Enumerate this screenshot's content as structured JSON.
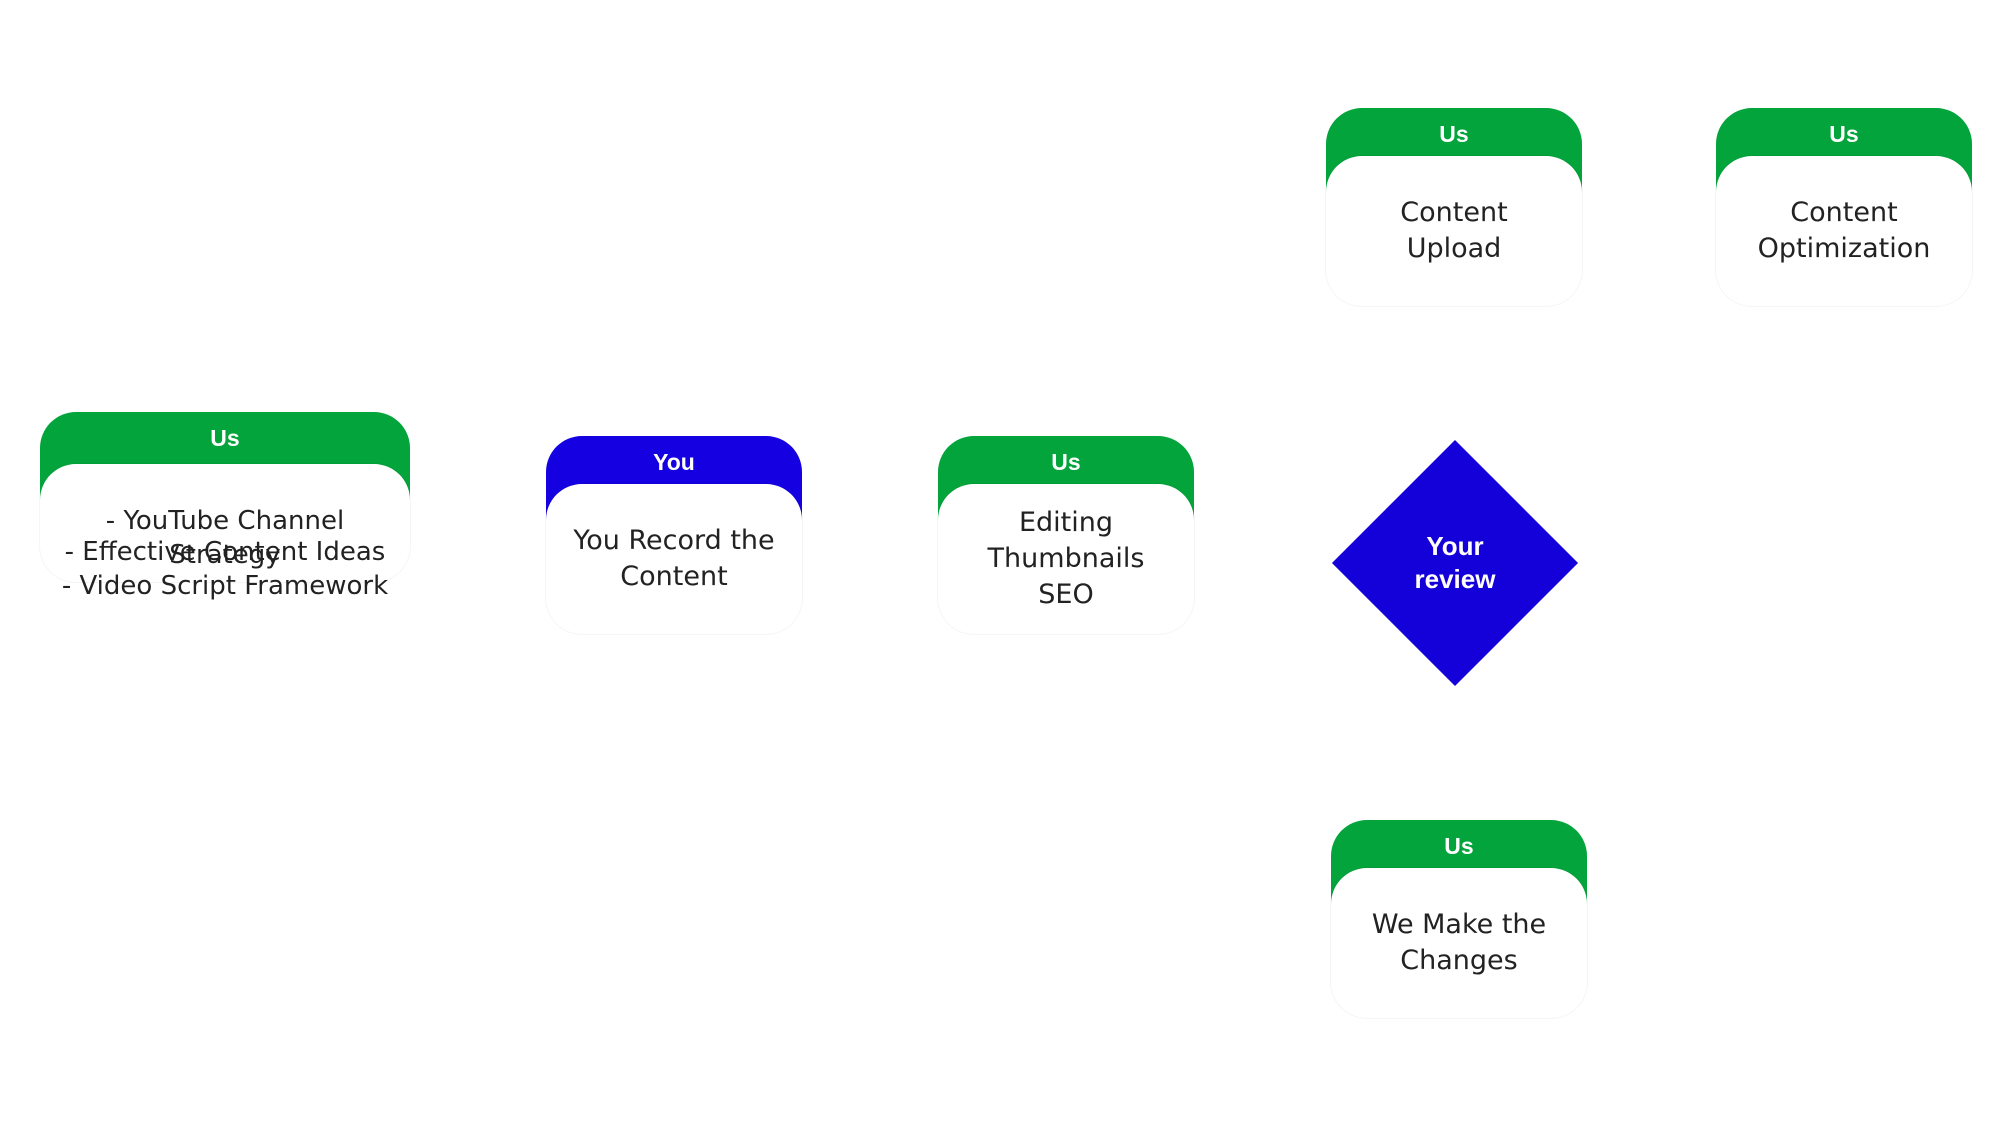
{
  "colors": {
    "us_header": "#03A43B",
    "you_header": "#1400E0",
    "review_diamond": "#1400D8"
  },
  "nodes": {
    "strategy": {
      "header": "Us",
      "lines": [
        "- YouTube Channel Strategy",
        "- Effective Content Ideas",
        "- Video Script Framework"
      ]
    },
    "record": {
      "header": "You",
      "text": "You Record the\nContent"
    },
    "editing": {
      "header": "Us",
      "text": "Editing\nThumbnails\nSEO"
    },
    "review": {
      "text": "Your\nreview"
    },
    "upload": {
      "header": "Us",
      "text": "Content\nUpload"
    },
    "optimization": {
      "header": "Us",
      "text": "Content\nOptimization"
    },
    "changes": {
      "header": "Us",
      "text": "We Make the\nChanges"
    }
  }
}
